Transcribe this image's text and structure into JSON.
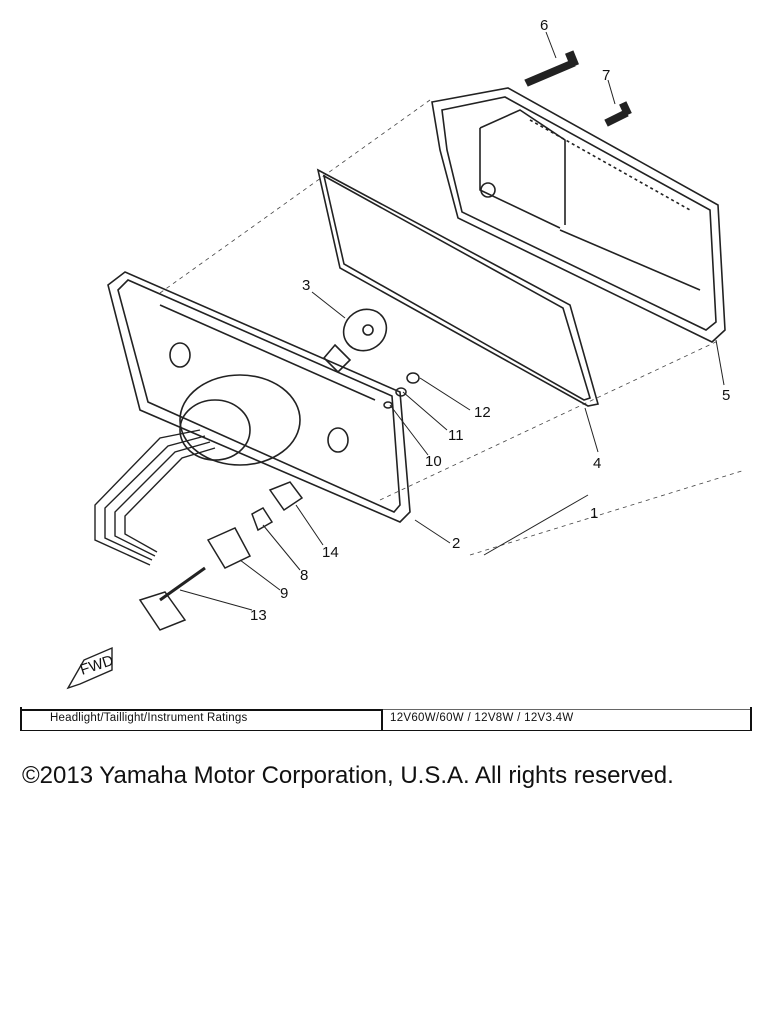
{
  "callouts": [
    {
      "number": "1"
    },
    {
      "number": "2"
    },
    {
      "number": "3"
    },
    {
      "number": "4"
    },
    {
      "number": "5"
    },
    {
      "number": "6"
    },
    {
      "number": "7"
    },
    {
      "number": "8"
    },
    {
      "number": "9"
    },
    {
      "number": "10"
    },
    {
      "number": "11"
    },
    {
      "number": "12"
    },
    {
      "number": "13"
    },
    {
      "number": "14"
    }
  ],
  "fwd_badge": "FWD",
  "ratings": {
    "label": "Headlight/Taillight/Instrument Ratings",
    "value": "12V60W/60W  /  12V8W  /  12V3.4W"
  },
  "copyright": "©2013 Yamaha Motor Corporation, U.S.A. All rights reserved."
}
